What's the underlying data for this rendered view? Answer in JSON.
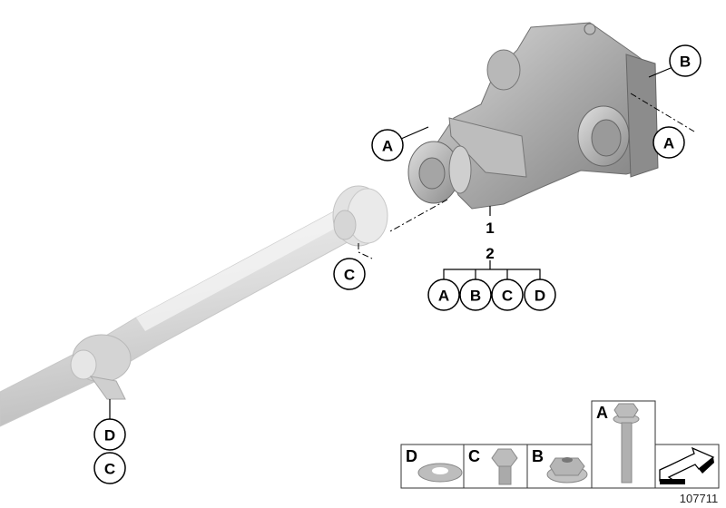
{
  "diagram": {
    "part_numbers": {
      "item1": "1",
      "item2": "2"
    },
    "callouts": {
      "diff_left_A": "A",
      "diff_top_B": "B",
      "diff_right_A": "A",
      "flange_C": "C",
      "kit_A": "A",
      "kit_B": "B",
      "kit_C": "C",
      "kit_D": "D",
      "support_D": "D",
      "support_C": "C"
    },
    "parts_panel": [
      {
        "letter": "D",
        "part": "washer"
      },
      {
        "letter": "C",
        "part": "hex-bolt"
      },
      {
        "letter": "B",
        "part": "flange-nut"
      },
      {
        "letter": "A",
        "part": "flange-bolt"
      }
    ],
    "reference_number": "107711"
  }
}
